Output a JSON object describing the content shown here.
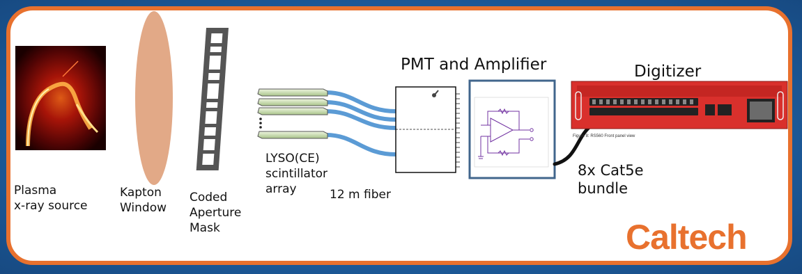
{
  "diagram": {
    "labels": {
      "plasma": "Plasma\nx-ray source",
      "kapton": "Kapton\nWindow",
      "mask": "Coded\nAperture\nMask",
      "lyso": "LYSO(CE)\nscintillator\narray",
      "fiber": "12 m fiber",
      "pmt": "PMT and Amplifier",
      "digitizer": "Digitizer",
      "cable": "8x Cat5e\nbundle",
      "digitizer_caption": "Figure 8: RS560 Front panel view"
    },
    "logo": "Caltech",
    "colors": {
      "background": "#1f5fa0",
      "frame": "#e8712e",
      "kapton": "#e2a987",
      "fiber": "#5b9bd5",
      "amp_border": "#41668c",
      "circuit": "#7030a0",
      "digitizer": "#d9302c",
      "logo": "#e8712e"
    }
  }
}
